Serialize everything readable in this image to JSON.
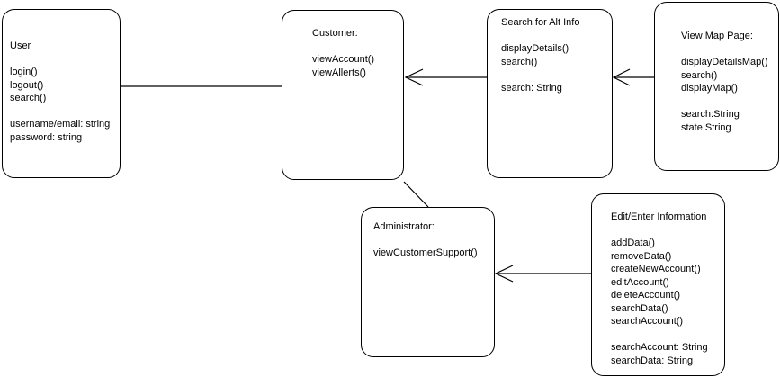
{
  "classes": {
    "user": {
      "name": "User",
      "methods": [
        "login()",
        "logout()",
        "search()"
      ],
      "attributes": [
        "username/email: string",
        "password: string"
      ]
    },
    "customer": {
      "name": "Customer:",
      "methods": [
        "viewAccount()",
        "viewAllerts()"
      ],
      "attributes": []
    },
    "search_alt_info": {
      "name": "Search for Alt Info",
      "methods": [
        "displayDetails()",
        "search()"
      ],
      "attributes": [
        "search: String"
      ]
    },
    "view_map_page": {
      "name": "View Map Page:",
      "methods": [
        "displayDetailsMap()",
        "search()",
        "displayMap()"
      ],
      "attributes": [
        "search:String",
        "state String"
      ]
    },
    "administrator": {
      "name": "Administrator:",
      "methods": [
        "viewCustomerSupport()"
      ],
      "attributes": []
    },
    "edit_enter_information": {
      "name": "Edit/Enter Information",
      "methods": [
        "addData()",
        "removeData()",
        "createNewAccount()",
        "editAccount()",
        "deleteAccount()",
        "searchData()",
        "searchAccount()"
      ],
      "attributes": [
        "searchAccount: String",
        "searchData: String"
      ]
    }
  },
  "connections": [
    {
      "from": "user",
      "to": "customer",
      "type": "association"
    },
    {
      "from": "search_alt_info",
      "to": "customer",
      "type": "arrow"
    },
    {
      "from": "view_map_page",
      "to": "search_alt_info",
      "type": "arrow"
    },
    {
      "from": "customer",
      "to": "administrator",
      "type": "association"
    },
    {
      "from": "edit_enter_information",
      "to": "administrator",
      "type": "arrow"
    }
  ],
  "colors": {
    "line": "#000000",
    "background": "#ffffff"
  }
}
